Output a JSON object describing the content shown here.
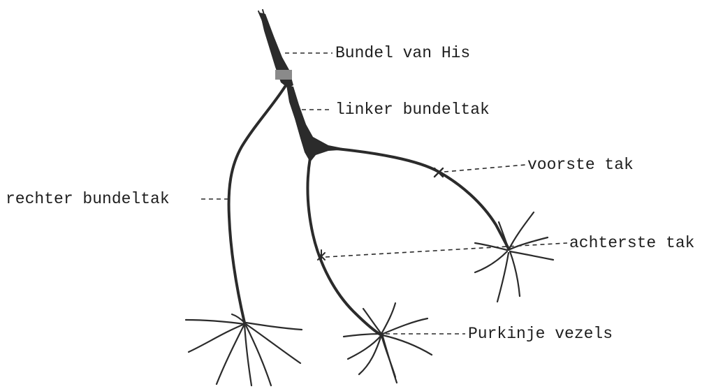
{
  "labels": {
    "bundel_van_his": "Bundel van His",
    "linker_bundeltak": "linker bundeltak",
    "voorste_tak": "voorste tak",
    "rechter_bundeltak": "rechter bundeltak",
    "achterste_tak": "achterste tak",
    "purkinje_vezels": "Purkinje vezels"
  }
}
